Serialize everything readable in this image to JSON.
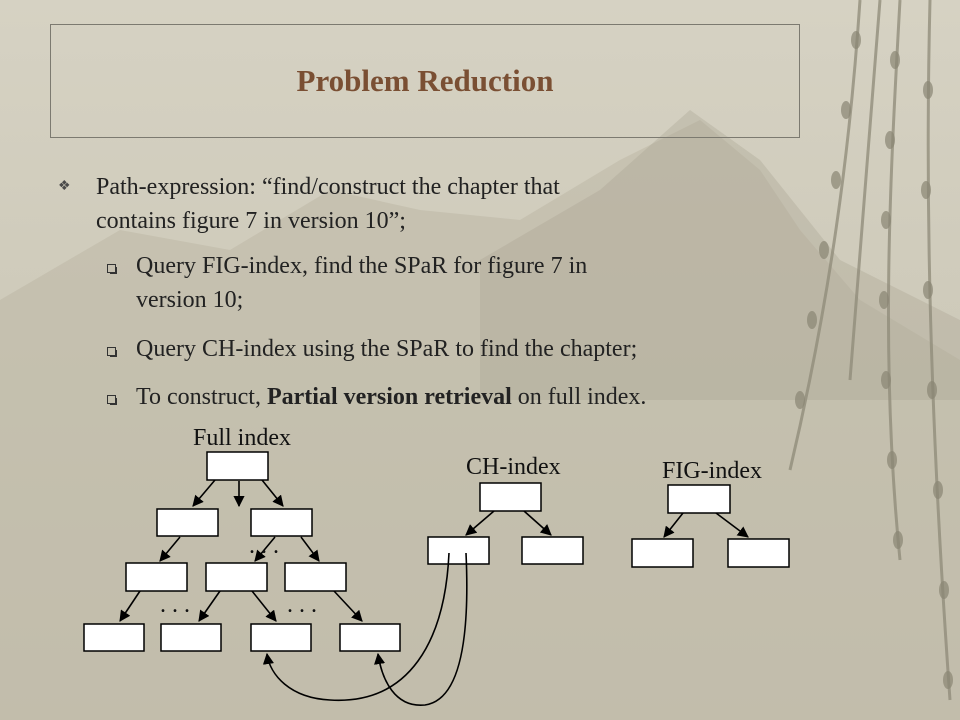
{
  "slide": {
    "title": "Problem Reduction"
  },
  "bullets": {
    "main_line1": "Path-expression: “find/construct the chapter that",
    "main_line2": "contains figure 7 in version 10”;",
    "sub1_line1": "Query FIG-index, find the SPaR for figure 7 in",
    "sub1_line2": "version 10;",
    "sub2": "Query CH-index using the SPaR to find the chapter;",
    "sub3_prefix": "To construct, ",
    "sub3_bold": "Partial version retrieval",
    "sub3_suffix": " on full index."
  },
  "diagram": {
    "full_index_label": "Full index",
    "ch_index_label": "CH-index",
    "fig_index_label": "FIG-index",
    "ellipsis": ". . ."
  },
  "colors": {
    "title": "#7a4f33",
    "background": "#d2cebf",
    "box_fill": "#ffffff",
    "line": "#000000"
  }
}
